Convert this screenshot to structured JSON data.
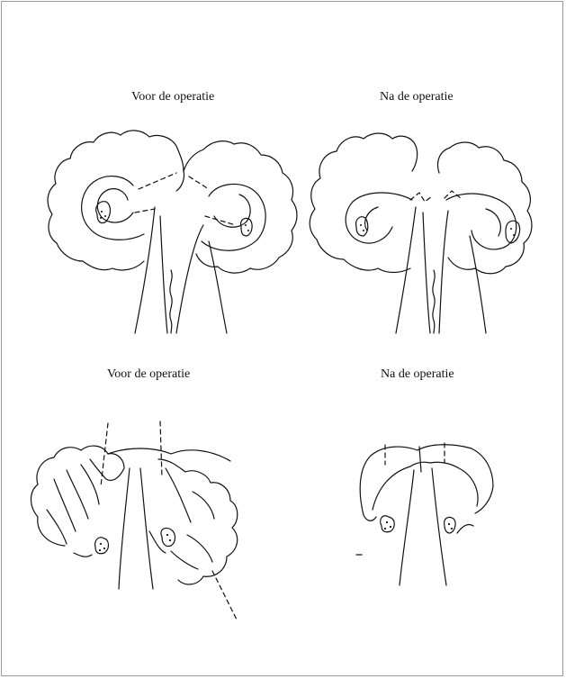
{
  "captions": {
    "top_left": "Voor de operatie",
    "top_right": "Na de operatie",
    "bottom_left": "Voor de operatie",
    "bottom_right": "Na de operatie"
  }
}
